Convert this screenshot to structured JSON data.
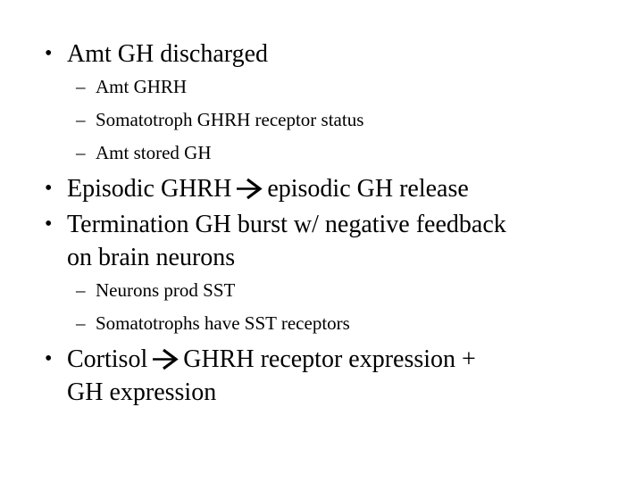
{
  "slide": {
    "background_color": "#ffffff",
    "text_color": "#000000",
    "bullet_marker": "•",
    "sub_marker": "–",
    "arrow_glyph_meaning": "leads to / increases (right arrow)",
    "lines": [
      {
        "level": 1,
        "text": "Amt GH discharged"
      },
      {
        "level": 2,
        "text": "Amt GHRH"
      },
      {
        "level": 2,
        "text": "Somatotroph GHRH receptor status"
      },
      {
        "level": 2,
        "text": "Amt stored GH"
      },
      {
        "level": 1,
        "pre_arrow": "Episodic GHRH",
        "post_arrow": "episodic GH release"
      },
      {
        "level": 1,
        "text": "Termination GH burst w/ negative feedback",
        "text_wrap": "on brain neurons"
      },
      {
        "level": 2,
        "text": "Neurons prod SST"
      },
      {
        "level": 2,
        "text": "Somatotrophs have SST receptors"
      },
      {
        "level": 1,
        "pre_arrow": "Cortisol",
        "post_arrow": "GHRH receptor expression +",
        "text_wrap": "GH expression"
      }
    ]
  }
}
